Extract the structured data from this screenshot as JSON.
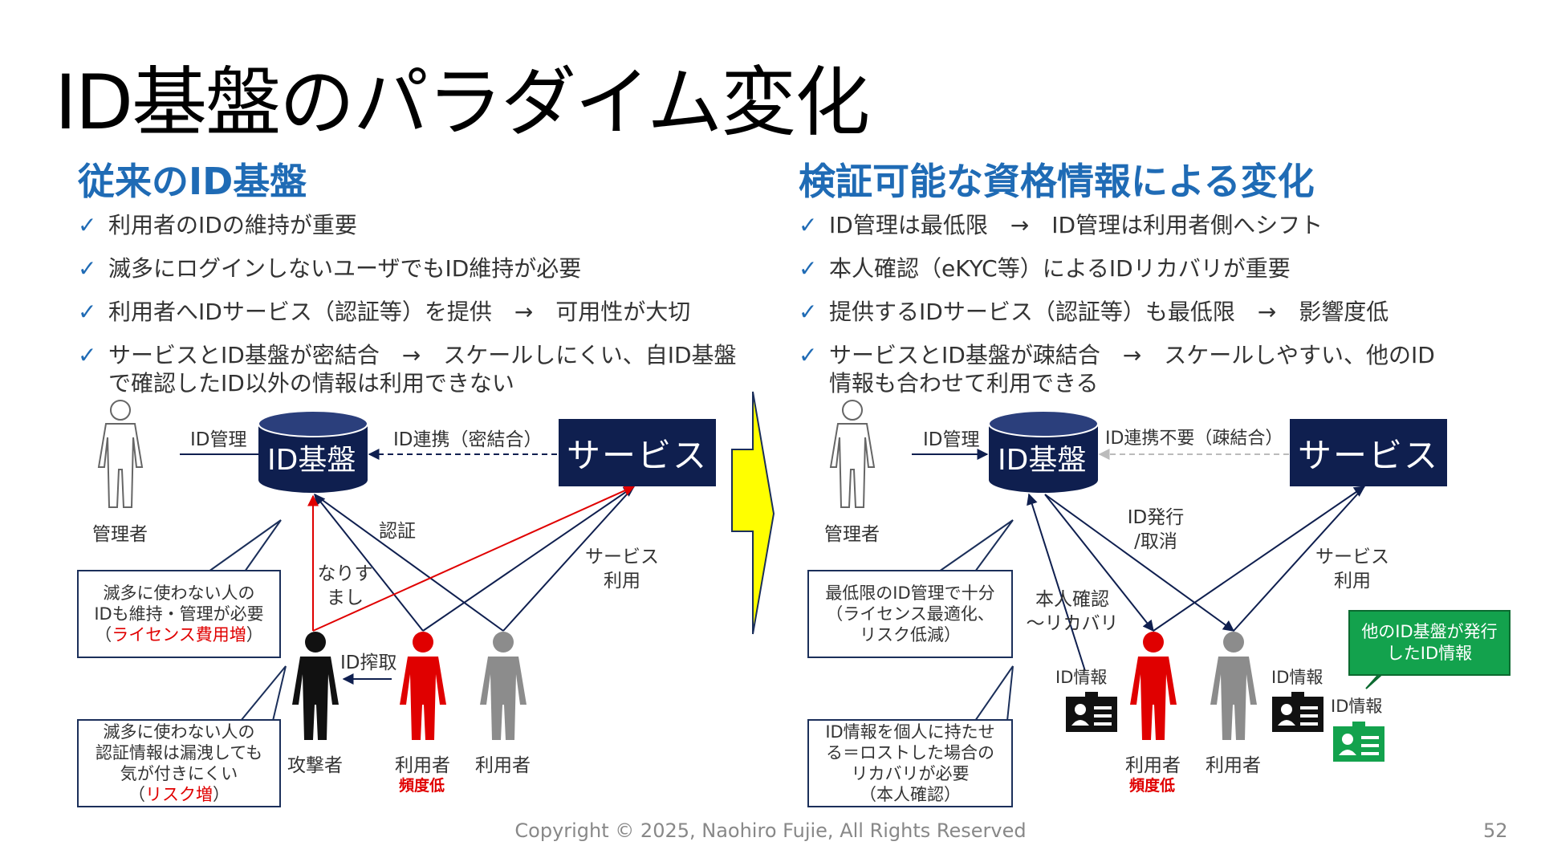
{
  "title": "ID基盤のパラダイム変化",
  "left": {
    "heading": "従来のID基盤",
    "bullets": [
      "利用者のIDの維持が重要",
      "滅多にログインしないユーザでもID維持が必要",
      "利用者へIDサービス（認証等）を提供　→　可用性が大切",
      "サービスとID基盤が密結合　→　スケールしにくい、自ID基盤で確認したID以外の情報は利用できない"
    ],
    "diagram": {
      "admin_label": "管理者",
      "id_mgmt": "ID管理",
      "db_label": "ID基盤",
      "link_label": "ID連携（密結合）",
      "service_label": "サービス",
      "auth_label": "認証",
      "service_use_1": "サービス",
      "service_use_2": "利用",
      "impersonate_1": "なりす",
      "impersonate_2": "まし",
      "steal_label": "ID搾取",
      "attacker_label": "攻撃者",
      "user1_label": "利用者",
      "user1_freq": "頻度低",
      "user2_label": "利用者",
      "callout1": {
        "line1": "滅多に使わない人の",
        "line2": "IDも維持・管理が必要",
        "line3_pre": "（",
        "line3_red": "ライセンス費用増",
        "line3_post": "）"
      },
      "callout2": {
        "line1": "滅多に使わない人の",
        "line2": "認証情報は漏洩しても",
        "line3": "気が付きにくい",
        "line4_pre": "（",
        "line4_red": "リスク増",
        "line4_post": "）"
      }
    }
  },
  "right": {
    "heading": "検証可能な資格情報による変化",
    "bullets": [
      "ID管理は最低限　→　ID管理は利用者側へシフト",
      "本人確認（eKYC等）によるIDリカバリが重要",
      "提供するIDサービス（認証等）も最低限　→　影響度低",
      "サービスとID基盤が疎結合　→　スケールしやすい、他のID情報も合わせて利用できる"
    ],
    "diagram": {
      "admin_label": "管理者",
      "id_mgmt": "ID管理",
      "db_label": "ID基盤",
      "link_label": "ID連携不要（疎結合）",
      "service_label": "サービス",
      "issue_1": "ID発行",
      "issue_2": "/取消",
      "service_use_1": "サービス",
      "service_use_2": "利用",
      "kyc_1": "本人確認",
      "kyc_2": "～リカバリ",
      "idinfo_1": "ID情報",
      "idinfo_2": "ID情報",
      "idinfo_3": "ID情報",
      "user1_label": "利用者",
      "user1_freq": "頻度低",
      "user2_label": "利用者",
      "callout1": {
        "line1": "最低限のID管理で十分",
        "line2": "（ライセンス最適化、",
        "line3": "リスク低減）"
      },
      "callout2": {
        "line1": "ID情報を個人に持たせ",
        "line2": "る＝ロストした場合の",
        "line3": "リカバリが必要",
        "line4": "（本人確認）"
      },
      "green_callout": {
        "line1": "他のID基盤が発行",
        "line2": "したID情報"
      }
    }
  },
  "footer": "Copyright © 2025, Naohiro Fujie, All Rights Reserved",
  "page_number": "52",
  "colors": {
    "heading_blue": "#1f6bb5",
    "navy": "#0f1f4f",
    "red": "#e00000",
    "gray_person": "#8c8c8c",
    "green": "#13a24d",
    "lightning_yellow": "#ffff00"
  }
}
